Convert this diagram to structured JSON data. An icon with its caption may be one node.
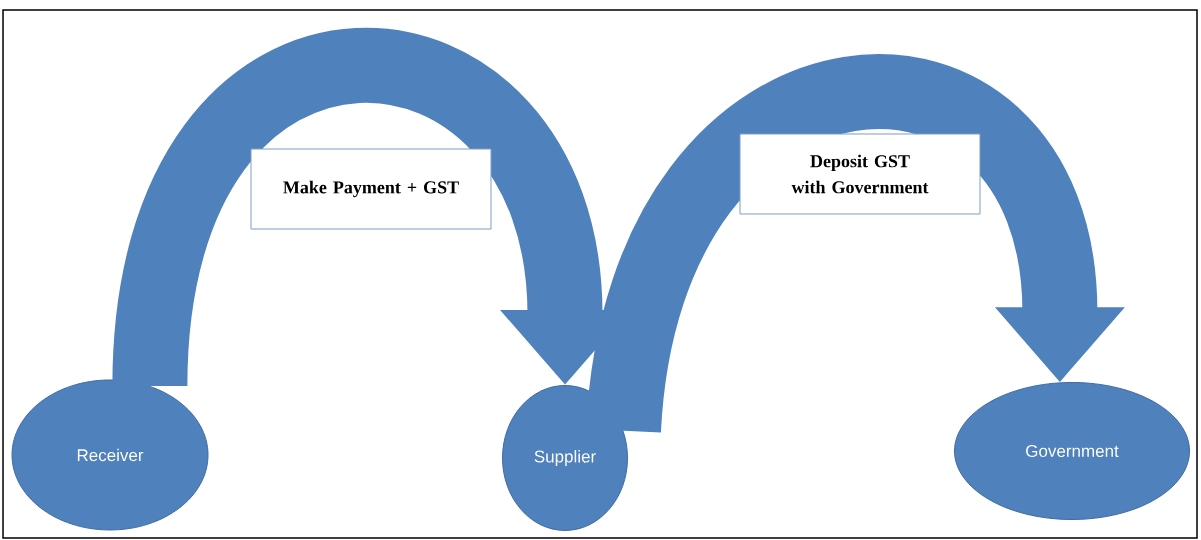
{
  "diagram": {
    "nodes": [
      {
        "text": [
          "Receiver"
        ]
      },
      {
        "text": [
          "Supplier"
        ]
      },
      {
        "text": [
          "Government"
        ]
      }
    ],
    "edges": [
      {
        "from": 0,
        "to": 1,
        "arrow": "to",
        "label": "Make Payment + GST"
      },
      {
        "from": 1,
        "to": 2,
        "arrow": "to",
        "label": "Deposit GST with Government"
      }
    ]
  }
}
